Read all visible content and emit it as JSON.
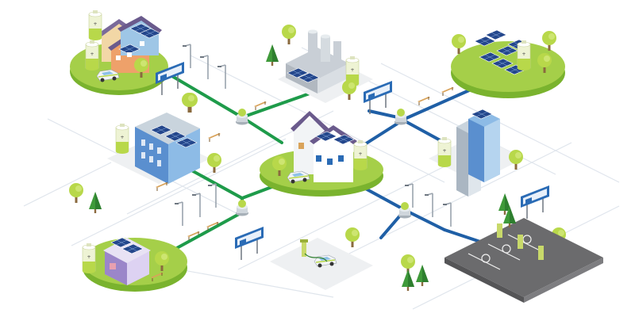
{
  "illustration": {
    "theme": "smart energy network",
    "nodes": [
      {
        "id": "residential-houses",
        "features": [
          "solar-panels",
          "battery",
          "ev-car",
          "billboard"
        ]
      },
      {
        "id": "factory",
        "features": [
          "solar-panels",
          "storage-tanks",
          "battery",
          "billboard"
        ]
      },
      {
        "id": "solar-farm",
        "features": [
          "solar-panels",
          "battery"
        ]
      },
      {
        "id": "office-building",
        "features": [
          "solar-panels",
          "battery",
          "bench"
        ]
      },
      {
        "id": "central-home-hub",
        "features": [
          "solar-panels",
          "battery",
          "ev-car"
        ]
      },
      {
        "id": "city-towers",
        "features": [
          "solar-panels",
          "battery"
        ]
      },
      {
        "id": "shop",
        "features": [
          "solar-panels",
          "battery",
          "bench"
        ]
      },
      {
        "id": "ev-charging-lot",
        "features": [
          "ev-chargers",
          "ev-car",
          "billboard"
        ]
      },
      {
        "id": "parking-lot",
        "features": [
          "ev-chargers",
          "parking-spaces",
          "billboard"
        ]
      }
    ]
  },
  "colors": {
    "background": "#ffffff",
    "island_grass": "#a5cf49",
    "island_edge": "#7ab32e",
    "green_pipe": "#1e9b4a",
    "blue_pipe": "#1f5fa6",
    "road_line": "#dfe5ec",
    "tree_light": "#b8d84a",
    "tree_dark": "#3f9a3a",
    "battery": "#eef3d4",
    "solar_panel": "#24478c",
    "billboard": "#2a6bb5",
    "roof_purple": "#6a5a8c",
    "parking_lot": "#6b6b6d"
  }
}
